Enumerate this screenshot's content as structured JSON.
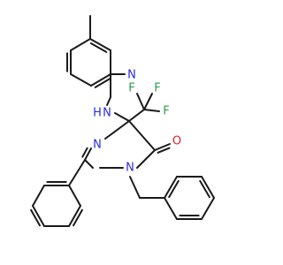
{
  "colors": {
    "bond": "#1a1a1a",
    "nitrogen": "#2b2bdc",
    "oxygen": "#e02020",
    "fluorine": "#2aa04a",
    "carbon": "#1a1a1a"
  },
  "atom_labels": {
    "n_pyridine": "N",
    "n_amine": "N",
    "h_amine": "H",
    "f_top_left": "F",
    "f_top_right": "F",
    "f_right": "F",
    "n_imine": "N",
    "n_amide": "N",
    "o_carbonyl": "O"
  }
}
